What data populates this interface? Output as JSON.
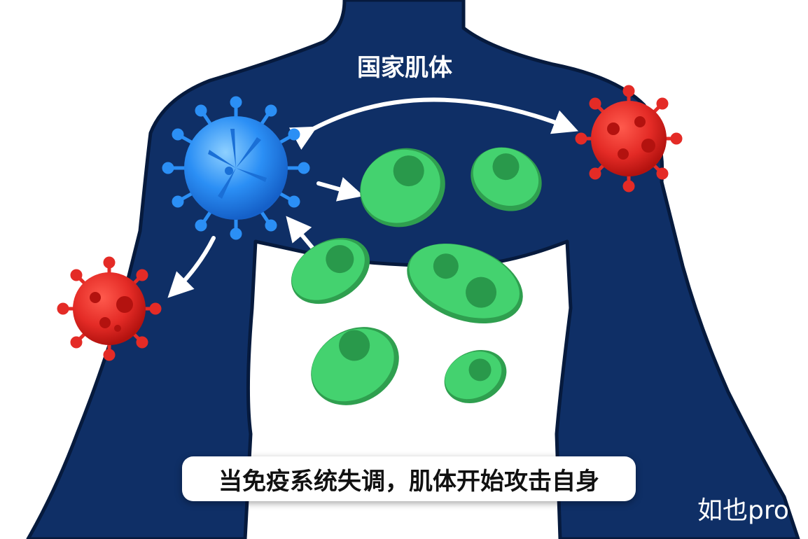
{
  "title": "国家肌体",
  "caption": "当免疫系统失调，肌体开始攻击自身",
  "watermark": "如也pro",
  "colors": {
    "body": "#0f2f66",
    "body_outline": "#061a3d",
    "immune_cell": "#2b8ff5",
    "healthy_cell": "#44d26f",
    "pathogen": "#e42b26",
    "arrow": "#ffffff"
  },
  "elements": {
    "immune_cell": "blue-virus-icon",
    "pathogens": [
      "red-virus-icon",
      "red-virus-icon"
    ],
    "healthy_cells": [
      "green-cell-icon",
      "green-cell-icon",
      "green-cell-icon",
      "green-cell-icon",
      "green-cell-icon",
      "green-cell-icon"
    ]
  }
}
